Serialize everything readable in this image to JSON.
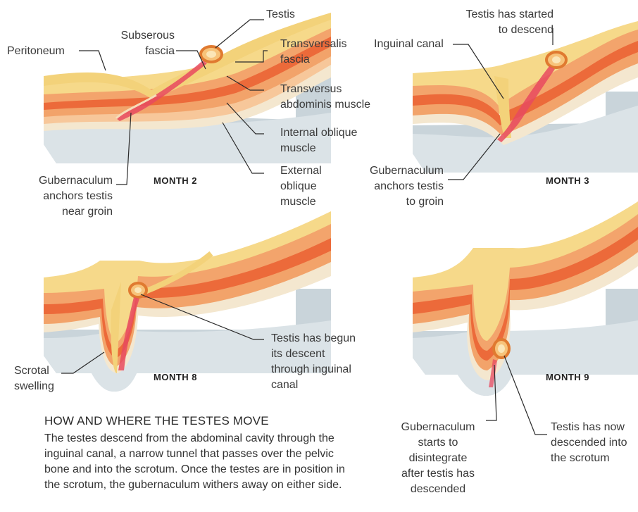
{
  "panels": {
    "month2": {
      "month_label": "MONTH 2",
      "labels": {
        "testis": "Testis",
        "subserous_fascia": "Subserous\nfascia",
        "peritoneum": "Peritoneum",
        "transversalis_fascia": "Transversalis\nfascia",
        "transversus_muscle": "Transversus\nabdominis muscle",
        "internal_oblique": "Internal oblique\nmuscle",
        "external_oblique": "External\noblique\nmuscle",
        "gubernaculum": "Gubernaculum\nanchors testis\nnear groin"
      }
    },
    "month3": {
      "month_label": "MONTH 3",
      "labels": {
        "testis_started": "Testis has started\nto descend",
        "inguinal_canal": "Inguinal canal",
        "gubernaculum": "Gubernaculum\nanchors testis\nto groin"
      }
    },
    "month8": {
      "month_label": "MONTH 8",
      "labels": {
        "testis_begun": "Testis has begun\nits descent\nthrough inguinal\ncanal",
        "scrotal_swelling": "Scrotal\nswelling"
      }
    },
    "month9": {
      "month_label": "MONTH 9",
      "labels": {
        "gubernaculum_disintegrate": "Gubernaculum\nstarts to\ndisintegrate\nafter testis has\ndescended",
        "testis_descended": "Testis has now\ndescended into\nthe scrotum"
      }
    }
  },
  "caption": {
    "heading": "HOW AND WHERE THE TESTES MOVE",
    "body": "The testes descend from the abdominal cavity through the inguinal canal, a narrow tunnel that passes over the pelvic bone and into the scrotum. Once the testes are in position in the scrotum, the gubernaculum withers away on either side."
  },
  "colors": {
    "grey_base": "#c9d4da",
    "grey_light": "#e3e9ec",
    "pale_peach": "#f6dcb8",
    "yellow": "#f3d27a",
    "light_yellow": "#f8e6a6",
    "orange": "#f08a3c",
    "red_orange": "#e8582f",
    "pink_red": "#e84a5f",
    "cream": "#fbeed6",
    "leader": "#2a2a2a"
  }
}
